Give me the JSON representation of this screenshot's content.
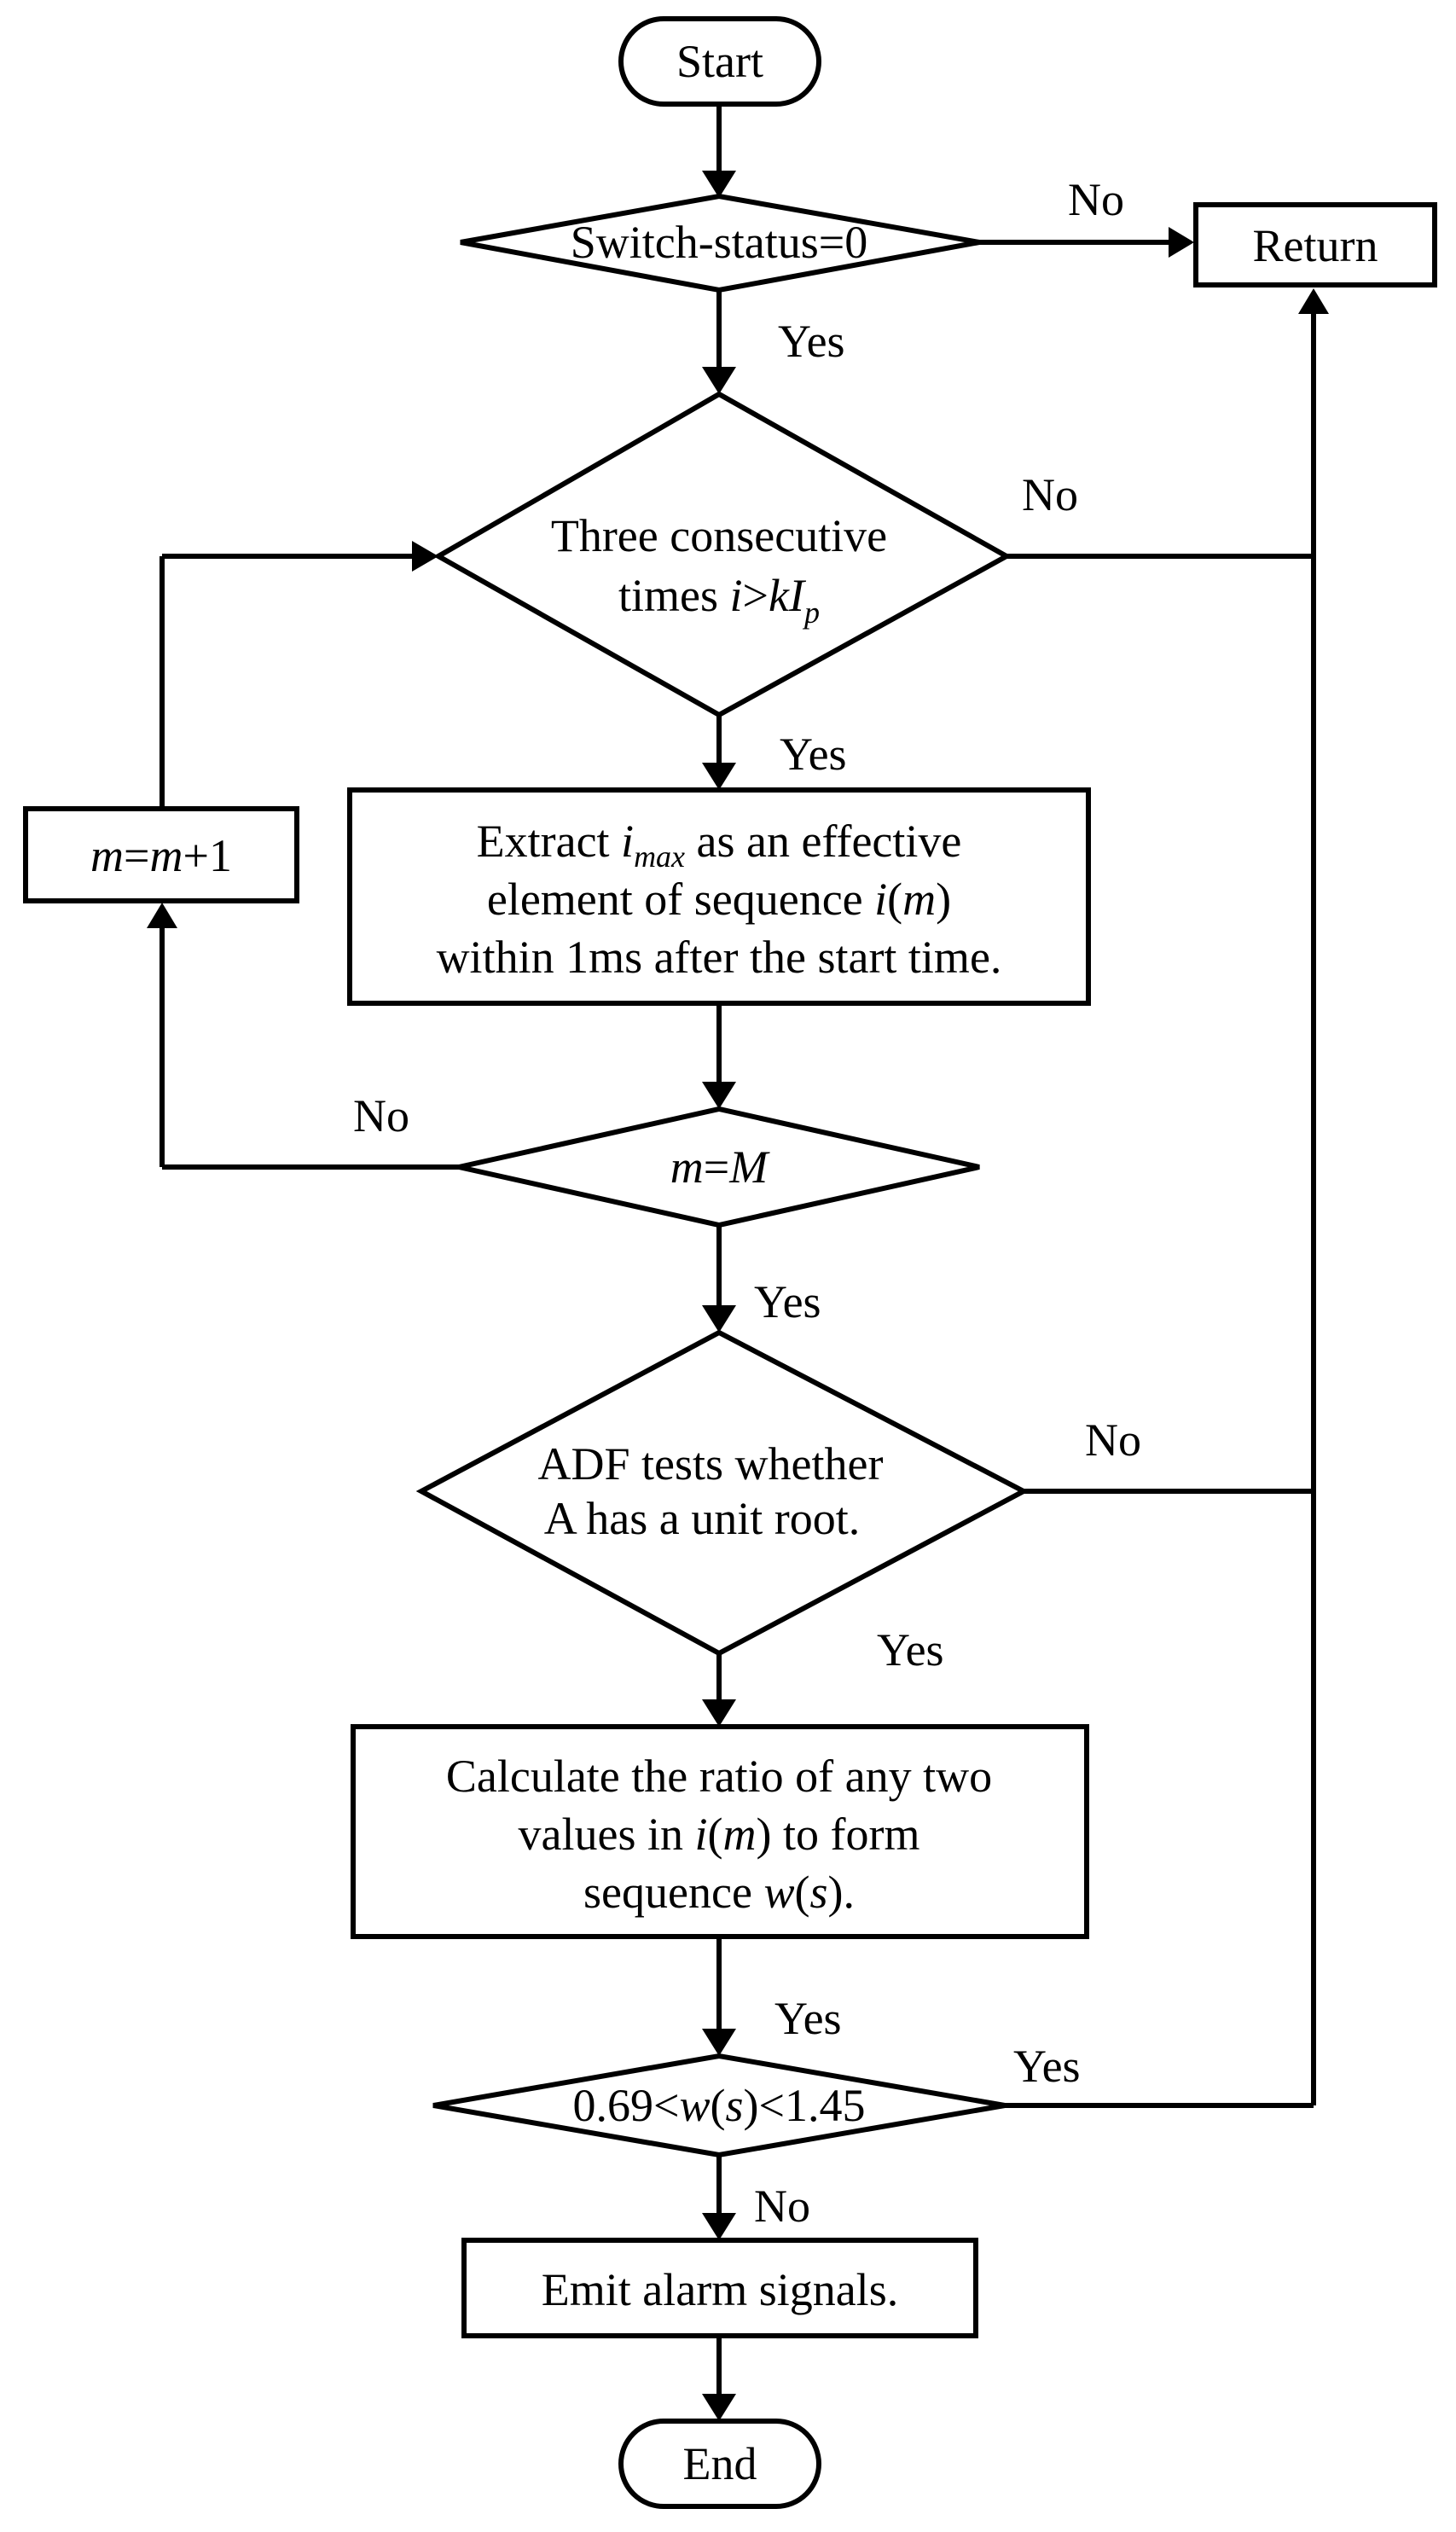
{
  "nodes": {
    "start": {
      "text": "Start"
    },
    "switch_decision": {
      "text": "Switch-status=0"
    },
    "return_box": {
      "text": "Return"
    },
    "three_times": {
      "line1": "Three consecutive",
      "line2_pre": "times ",
      "line2_i": "i",
      "line2_gt": ">",
      "line2_k": "kI",
      "line2_sub": "p"
    },
    "extract": {
      "l1_pre": "Extract ",
      "l1_i": "i",
      "l1_sub": "max",
      "l1_post": " as an effective",
      "l2_pre": "element of sequence ",
      "l2_i": "i",
      "l2_open": "(",
      "l2_m": "m",
      "l2_close": ")",
      "l3": "within 1ms after the start time."
    },
    "m_increment": {
      "m1": "m",
      "eq": "=",
      "m2": "m",
      "plus": "+1"
    },
    "m_equals": {
      "m": "m",
      "eq": "=",
      "M": "M"
    },
    "adf": {
      "line1": "ADF tests whether",
      "line2": "A has a unit root."
    },
    "calculate": {
      "l1": "Calculate the ratio of any two",
      "l2_pre": "values in ",
      "l2_i": "i",
      "l2_open": "(",
      "l2_m": "m",
      "l2_post": ") to form",
      "l3_pre": "sequence ",
      "l3_w": "w",
      "l3_open": "(",
      "l3_s": "s",
      "l3_post": ")."
    },
    "ratio_check": {
      "pre": "0.69<",
      "w": "w",
      "open": "(",
      "s": "s",
      "post": ")<1.45"
    },
    "alarm": {
      "text": "Emit alarm signals."
    },
    "end": {
      "text": "End"
    }
  },
  "edge_labels": {
    "switch_no": "No",
    "switch_yes": "Yes",
    "three_no": "No",
    "three_yes": "Yes",
    "m_equals_no": "No",
    "m_equals_yes": "Yes",
    "adf_no": "No",
    "adf_yes": "Yes",
    "calc_yes": "Yes",
    "ratio_yes": "Yes",
    "ratio_no": "No"
  }
}
